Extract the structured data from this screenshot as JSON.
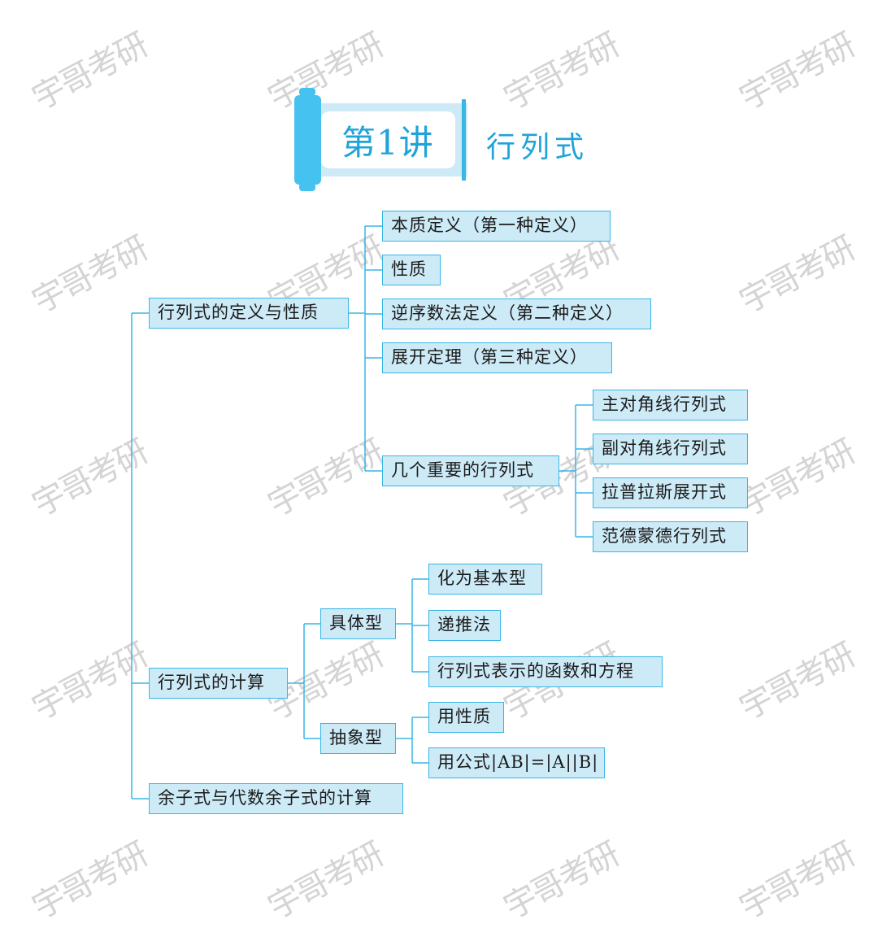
{
  "watermark_text": "宇哥考研",
  "header": {
    "lecture_label": "第1讲",
    "chapter_title": "行列式"
  },
  "mindmap": {
    "def": {
      "label": "行列式的定义与性质",
      "children": [
        "本质定义（第一种定义）",
        "性质",
        "逆序数法定义（第二种定义）",
        "展开定理（第三种定义）"
      ],
      "important": {
        "label": "几个重要的行列式",
        "children": [
          "主对角线行列式",
          "副对角线行列式",
          "拉普拉斯展开式",
          "范德蒙德行列式"
        ]
      }
    },
    "calc": {
      "label": "行列式的计算",
      "concrete": {
        "label": "具体型",
        "children": [
          "化为基本型",
          "递推法",
          "行列式表示的函数和方程"
        ]
      },
      "abstract": {
        "label": "抽象型",
        "children": [
          "用性质",
          "用公式|AB|=|A||B|"
        ]
      }
    },
    "cofactor": {
      "label": "余子式与代数余子式的计算"
    }
  },
  "colors": {
    "accent": "#38b6e6",
    "box_fill": "#cdeaf7",
    "title": "#1fa3d9"
  }
}
